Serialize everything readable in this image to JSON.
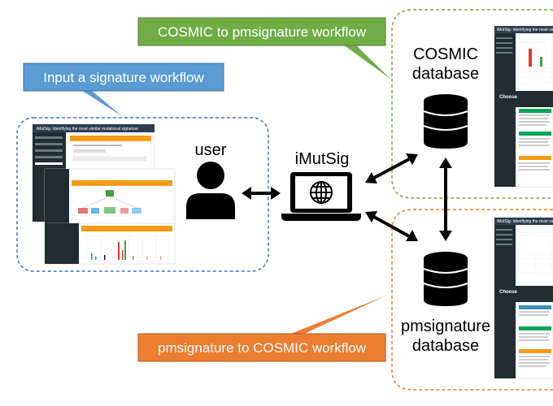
{
  "callouts": {
    "input_workflow": "Input a signature workflow",
    "cosmic_workflow": "COSMIC to pmsignature workflow",
    "pm_workflow": "pmsignature to COSMIC workflow"
  },
  "nodes": {
    "user": "user",
    "imutsig": "iMutSig",
    "cosmic_db_line1": "COSMIC",
    "cosmic_db_line2": "database",
    "pm_db_line1": "pmsignature",
    "pm_db_line2": "database"
  },
  "screenshots": {
    "app_title": "iMutSig: Identifying the most similar mutational signature",
    "choose_label": "Choose"
  },
  "colors": {
    "blue_callout": "#5b9bd5",
    "green_callout": "#70ad47",
    "orange_callout": "#ed7d31",
    "blue_border": "#4472c4",
    "green_border": "#70ad47",
    "orange_border": "#ed7d31"
  },
  "icons": [
    "user-icon",
    "laptop-icon",
    "globe-icon",
    "database-icon",
    "double-arrow-icon"
  ]
}
